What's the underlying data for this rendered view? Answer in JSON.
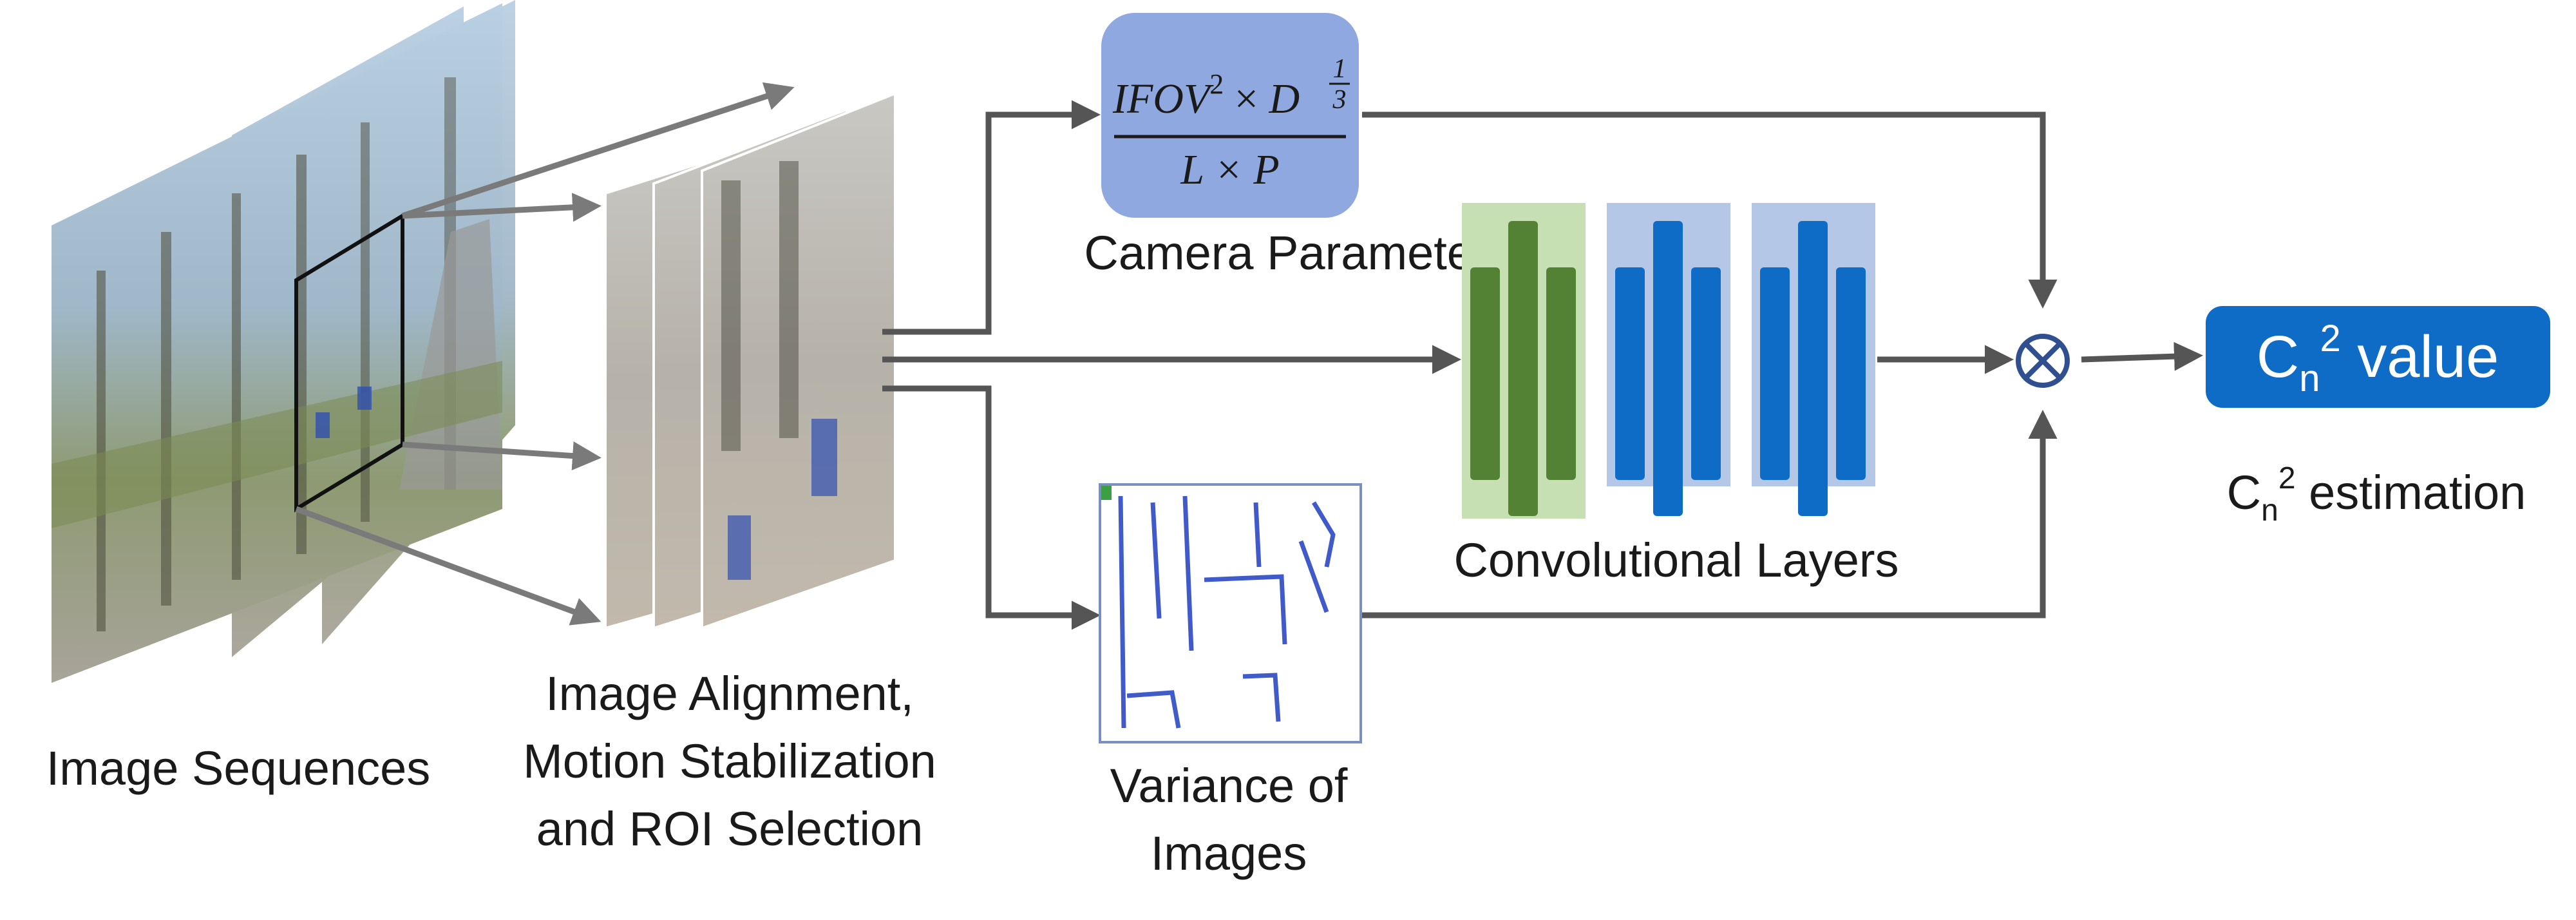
{
  "labels": {
    "image_sequences": "Image Sequences",
    "alignment_line1": "Image Alignment,",
    "alignment_line2": "Motion Stabilization",
    "alignment_line3": "and ROI Selection",
    "camera_parameter": "Camera Parameter",
    "convolutional_layers": "Convolutional Layers",
    "variance_line1": "Variance of",
    "variance_line2": "Images",
    "estimation_base": "C",
    "estimation_sub": "n",
    "estimation_sup": "2",
    "estimation_rest": " estimation"
  },
  "formula": {
    "numerator_main": "IFOV",
    "numerator_exp": "2",
    "times1": " × ",
    "numerator_d": "D",
    "frac_num": "1",
    "frac_den": "3",
    "denominator": "L  × P"
  },
  "output_box": {
    "base": "C",
    "sub": "n",
    "sup": "2",
    "rest": " value"
  },
  "operator": {
    "symbol": "⊗"
  },
  "colors": {
    "arrow": "#555555",
    "formula_box": "#8fa8e0",
    "output_box": "#0f6cc6",
    "conv_green_bg": "#c6e0b4",
    "conv_green_bar": "#548235",
    "conv_blue_bg": "#b4c7e7",
    "conv_blue_bar": "#0f6cc6"
  }
}
